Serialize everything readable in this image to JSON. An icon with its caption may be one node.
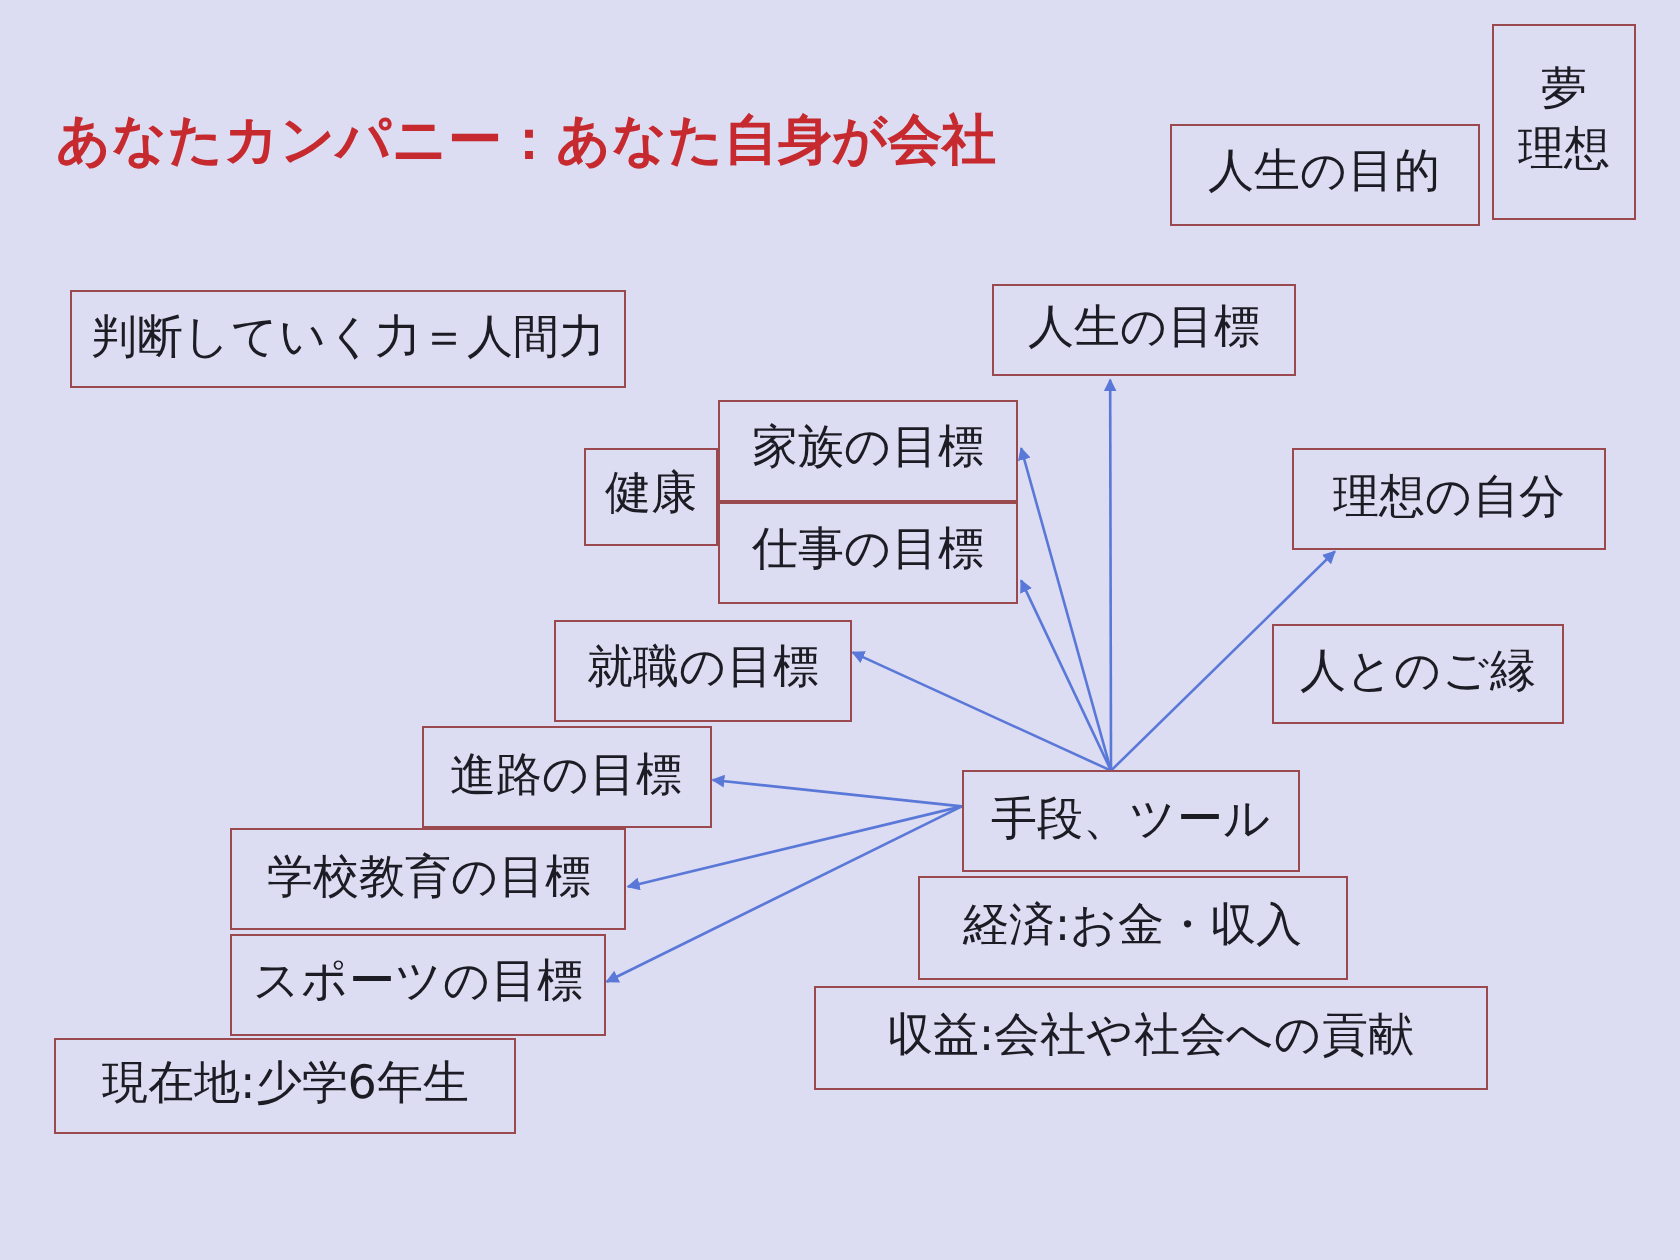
{
  "diagram": {
    "title": "あなたカンパニー：あなた自身が会社",
    "nodes": [
      {
        "text": [
          "夢",
          "理想"
        ]
      },
      {
        "text": [
          "人生の目的"
        ]
      },
      {
        "text": [
          "判断していく力＝人間力"
        ]
      },
      {
        "text": [
          "人生の目標"
        ]
      },
      {
        "text": [
          "健康"
        ]
      },
      {
        "text": [
          "家族の目標"
        ]
      },
      {
        "text": [
          "仕事の目標"
        ]
      },
      {
        "text": [
          "理想の自分"
        ]
      },
      {
        "text": [
          "就職の目標"
        ]
      },
      {
        "text": [
          "人とのご縁"
        ]
      },
      {
        "text": [
          "進路の目標"
        ]
      },
      {
        "text": [
          "手段、ツール"
        ]
      },
      {
        "text": [
          "学校教育の目標"
        ]
      },
      {
        "text": [
          "経済:お金・収入"
        ]
      },
      {
        "text": [
          "スポーツの目標"
        ]
      },
      {
        "text": [
          "収益:会社や社会への貢献"
        ]
      },
      {
        "text": [
          "現在地:少学6年生"
        ]
      }
    ],
    "edges": [
      {
        "from": 11,
        "to": 3,
        "arrow": "to"
      },
      {
        "from": 11,
        "to": 5,
        "arrow": "to"
      },
      {
        "from": 11,
        "to": 6,
        "arrow": "to"
      },
      {
        "from": 11,
        "to": 7,
        "arrow": "to"
      },
      {
        "from": 11,
        "to": 8,
        "arrow": "to"
      },
      {
        "from": 11,
        "to": 10,
        "arrow": "to"
      },
      {
        "from": 11,
        "to": 12,
        "arrow": "to"
      },
      {
        "from": 11,
        "to": 14,
        "arrow": "to"
      }
    ]
  }
}
